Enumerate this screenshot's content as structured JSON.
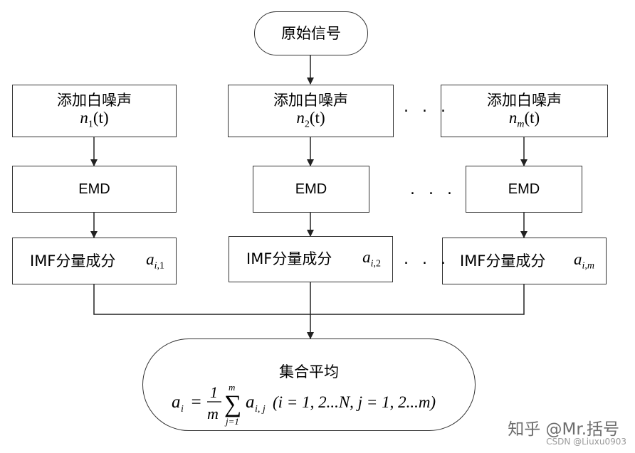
{
  "start_node": "原始信号",
  "columns": [
    {
      "noise_label": "添加白噪声",
      "noise_var": "n",
      "noise_sub": "1",
      "emd": "EMD",
      "imf_label": "IMF分量成分",
      "imf_var": "a",
      "imf_sub_index": "i",
      "imf_sub_val": "1"
    },
    {
      "noise_label": "添加白噪声",
      "noise_var": "n",
      "noise_sub": "2",
      "emd": "EMD",
      "imf_label": "IMF分量成分",
      "imf_var": "a",
      "imf_sub_index": "i",
      "imf_sub_val": "2"
    },
    {
      "noise_label": "添加白噪声",
      "noise_var": "n",
      "noise_sub": "m",
      "emd": "EMD",
      "imf_label": "IMF分量成分",
      "imf_var": "a",
      "imf_sub_index": "i",
      "imf_sub_val": "m"
    }
  ],
  "ellipsis": ". . .",
  "noise_arg": "(t)",
  "average_node": {
    "title": "集合平均",
    "formula": {
      "lhs": "a",
      "lhs_sub": "i",
      "eq": "=",
      "frac_num": "1",
      "frac_den": "m",
      "sum_upper": "m",
      "sum_lower": "j=1",
      "term": "a",
      "term_sub": "i, j",
      "condition": "(i = 1, 2...N, j = 1, 2...m)"
    }
  },
  "watermark": {
    "main": "知乎 @Mr.括号",
    "sub": "CSDN @Liuxu0903"
  }
}
